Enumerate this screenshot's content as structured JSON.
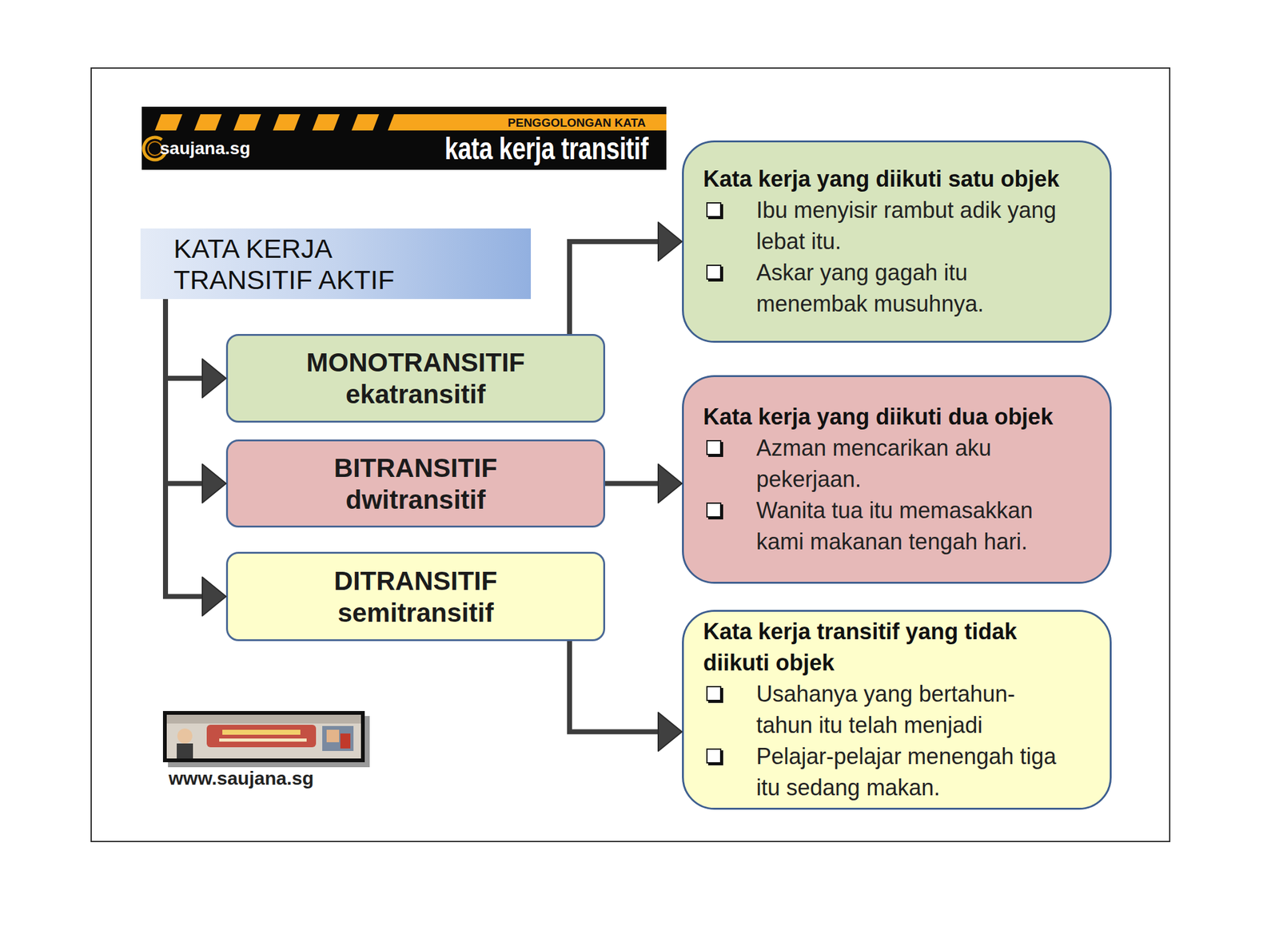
{
  "diagram": {
    "title": "kata kerja transitif",
    "nodes": [
      {
        "text": [
          "KATA KERJA TRANSITIF AKTIF"
        ]
      },
      {
        "text": [
          "MONOTRANSITIF",
          "ekatransitif"
        ]
      },
      {
        "text": [
          "BITRANSITIF",
          "dwitransitif"
        ]
      },
      {
        "text": [
          "DITRANSITIF",
          "semitransitif"
        ]
      },
      {
        "text": [
          "Kata kerja yang diikuti satu objek",
          "Ibu menyisir rambut adik yang lebat itu.",
          "Askar yang gagah itu menembak musuhnya."
        ]
      },
      {
        "text": [
          "Kata kerja yang diikuti dua objek",
          "Azman mencarikan aku pekerjaan.",
          "Wanita tua itu memasakkan kami makanan tengah hari."
        ]
      },
      {
        "text": [
          "Kata kerja transitif yang tidak diikuti objek",
          "Usahanya yang bertahun-tahun itu telah menjadi",
          "Pelajar-pelajar menengah tiga itu sedang makan."
        ]
      }
    ],
    "edges": [
      {
        "from": 0,
        "to": 1,
        "arrow": "to"
      },
      {
        "from": 0,
        "to": 2,
        "arrow": "to"
      },
      {
        "from": 0,
        "to": 3,
        "arrow": "to"
      },
      {
        "from": 1,
        "to": 4,
        "arrow": "to"
      },
      {
        "from": 2,
        "to": 5,
        "arrow": "to"
      },
      {
        "from": 3,
        "to": 6,
        "arrow": "to"
      }
    ],
    "labels": [
      "PENGGOLONGAN KATA",
      "saujana.sg",
      "www.saujana.sg"
    ]
  }
}
